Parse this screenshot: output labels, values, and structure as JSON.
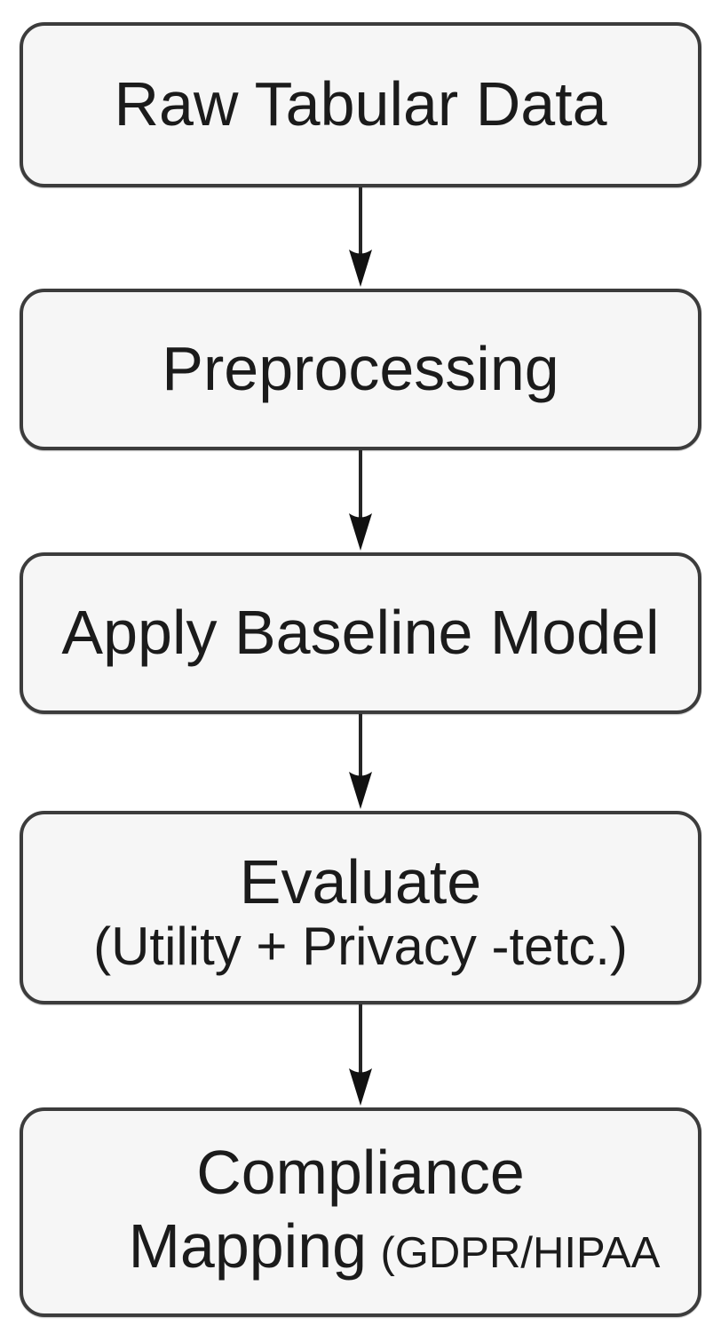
{
  "diagram": {
    "type": "flowchart",
    "direction": "top-down",
    "nodes": [
      {
        "id": "raw-tabular-data",
        "label": "Raw Tabular Data"
      },
      {
        "id": "preprocessing",
        "label": "Preprocessing"
      },
      {
        "id": "apply-baseline-model",
        "label": "Apply Baseline Model"
      },
      {
        "id": "evaluate",
        "label": "Evaluate",
        "sublabel": "(Utility + Privacy -tetc.)"
      },
      {
        "id": "compliance-mapping",
        "label": "Compliance",
        "line2_main": "Mapping",
        "line2_small": "(GDPR/HIPAA"
      }
    ],
    "edges": [
      {
        "from": "raw-tabular-data",
        "to": "preprocessing"
      },
      {
        "from": "preprocessing",
        "to": "apply-baseline-model"
      },
      {
        "from": "apply-baseline-model",
        "to": "evaluate"
      },
      {
        "from": "evaluate",
        "to": "compliance-mapping"
      }
    ],
    "colors": {
      "background": "#ffffff",
      "node_fill": "#f6f6f6",
      "node_border": "#3c3c3c",
      "text": "#1b1b1b",
      "arrow": "#262626"
    }
  }
}
